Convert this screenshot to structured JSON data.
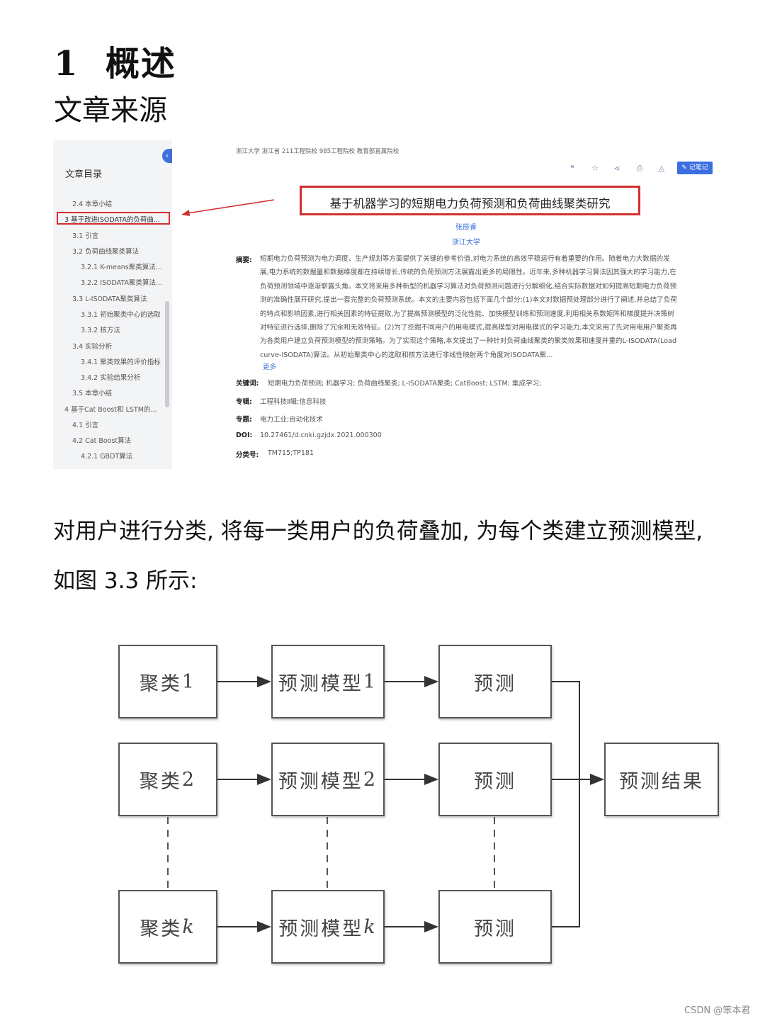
{
  "heading": {
    "number": "1",
    "text": "概述"
  },
  "subheading": "文章来源",
  "screenshot": {
    "toc": {
      "title": "文章目录",
      "items": [
        {
          "label": "2.4 本章小结"
        },
        {
          "label": "3 基于改进ISODATA的负荷曲..."
        },
        {
          "label": "3.1 引言"
        },
        {
          "label": "3.2 负荷曲线聚类算法"
        },
        {
          "label": "3.2.1 K-means聚类算法..."
        },
        {
          "label": "3.2.2 ISODATA聚类算法..."
        },
        {
          "label": "3.3 L-ISODATA聚类算法"
        },
        {
          "label": "3.3.1 初始聚类中心的选取"
        },
        {
          "label": "3.3.2 核方法"
        },
        {
          "label": "3.4 实验分析"
        },
        {
          "label": "3.4.1 聚类效果的评价指标"
        },
        {
          "label": "3.4.2 实验结果分析"
        },
        {
          "label": "3.5 本章小结"
        },
        {
          "label": "4 基于Cat Boost和 LSTM的..."
        },
        {
          "label": "4.1 引言"
        },
        {
          "label": "4.2 Cat Boost算法"
        },
        {
          "label": "4.2.1 GBDT算法"
        }
      ]
    },
    "school": "浙江大学  浙江省 211工程院校 985工程院校 教育部直属院校",
    "note_button": "记笔记",
    "paper_title": "基于机器学习的短期电力负荷预测和负荷曲线聚类研究",
    "author": "张辰睿",
    "institution": "浙江大学",
    "abstract_label": "摘要:",
    "abstract_lines": [
      "短期电力负荷预测为电力调度、生产规划等方面提供了关键的参考价值,对电力系统的高效平稳运行有着重要的作用。随着电力大数据的发",
      "展,电力系统的数据量和数据维度都在持续增长,传统的负荷预测方法展露出更多的局限性。近年来,多种机器学习算法因其强大的学习能力,在",
      "负荷预测领域中逐渐崭露头角。本文将采用多种新型的机器学习算法对负荷预测问题进行分解细化,结合实际数据对如何提高短期电力负荷预",
      "测的准确性展开研究,提出一套完整的负荷预测系统。本文的主要内容包括下面几个部分:(1)本文对数据预处理部分进行了阐述,并总结了负荷",
      "的特点和影响因素,进行相关因素的特征提取,为了提高预测模型的泛化性能、加快模型训练和预测速度,利用相关系数矩阵和梯度提升决策树",
      "对特征进行选择,删除了冗余和无效特征。(2)为了挖掘不同用户的用电模式,提高模型对用电模式的学习能力,本文采用了先对用电用户聚类再",
      "为各类用户建立负荷预测模型的预测策略。为了实现这个策略,本文提出了一种针对负荷曲线聚类的聚类效果和速度并重的L-ISODATA(Load",
      "curve-ISODATA)算法。从初始聚类中心的选取和核方法进行非线性映射两个角度对ISODATA聚..."
    ],
    "more": "更多",
    "meta": [
      {
        "label": "关键词:",
        "value": "短期电力负荷预测;  机器学习;  负荷曲线聚类;  L-ISODATA聚类;  CatBoost;  LSTM;  集成学习;"
      },
      {
        "label": "专辑:",
        "value": "工程科技Ⅱ辑;信息科技"
      },
      {
        "label": "专题:",
        "value": "电力工业;自动化技术"
      },
      {
        "label": "DOI:",
        "value": "10.27461/d.cnki.gzjdx.2021.000300"
      },
      {
        "label": "分类号:",
        "value": "TM715;TP181"
      }
    ]
  },
  "paragraph": {
    "line1": "对用户进行分类, 将每一类用户的负荷叠加, 为每个类建立预测模型,",
    "line2": "如图 3.3 所示:"
  },
  "flowchart": {
    "rows": [
      {
        "cluster": "聚类",
        "cluster_suffix": "1",
        "model": "预测模型",
        "model_suffix": "1",
        "predict": "预测"
      },
      {
        "cluster": "聚类",
        "cluster_suffix": "2",
        "model": "预测模型",
        "model_suffix": "2",
        "predict": "预测"
      },
      {
        "cluster": "聚类",
        "cluster_suffix": "k",
        "model": "预测模型",
        "model_suffix": "k",
        "predict": "预测"
      }
    ],
    "result": "预测结果"
  },
  "watermark": "CSDN @笨本君",
  "colors": {
    "highlight_red": "#d32f2f",
    "link_blue": "#3a6fd8"
  }
}
